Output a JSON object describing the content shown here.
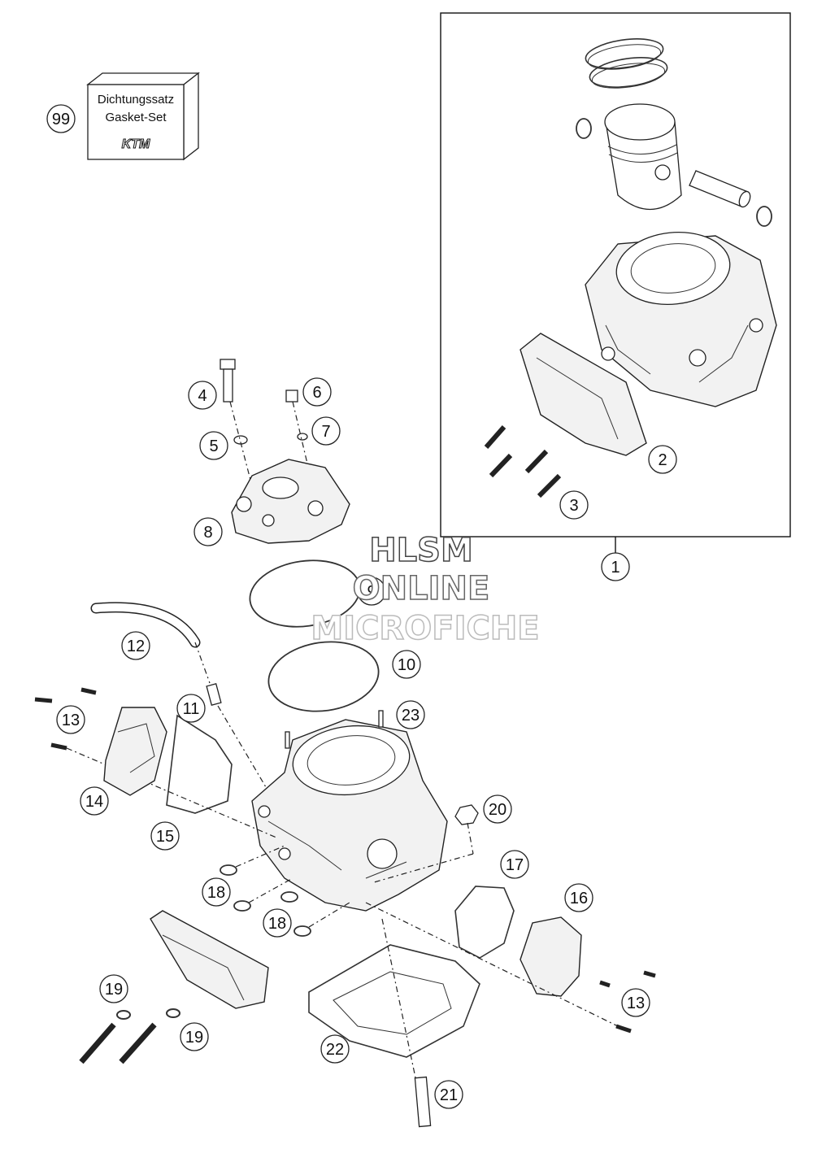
{
  "gasket_set": {
    "number": "99",
    "line1": "Dichtungssatz",
    "line2": "Gasket-Set",
    "brand": "KTM"
  },
  "watermark": {
    "line1": "HLSM",
    "line2": "ONLINE",
    "line3": "MICROFICHE"
  },
  "callouts": {
    "c1": "1",
    "c2": "2",
    "c3": "3",
    "c4": "4",
    "c5": "5",
    "c6": "6",
    "c7": "7",
    "c8": "8",
    "c9": "9",
    "c10": "10",
    "c11": "11",
    "c12": "12",
    "c13a": "13",
    "c13b": "13",
    "c14": "14",
    "c15": "15",
    "c16": "16",
    "c17": "17",
    "c18a": "18",
    "c18b": "18",
    "c19a": "19",
    "c19b": "19",
    "c20": "20",
    "c21": "21",
    "c22": "22",
    "c23": "23"
  }
}
